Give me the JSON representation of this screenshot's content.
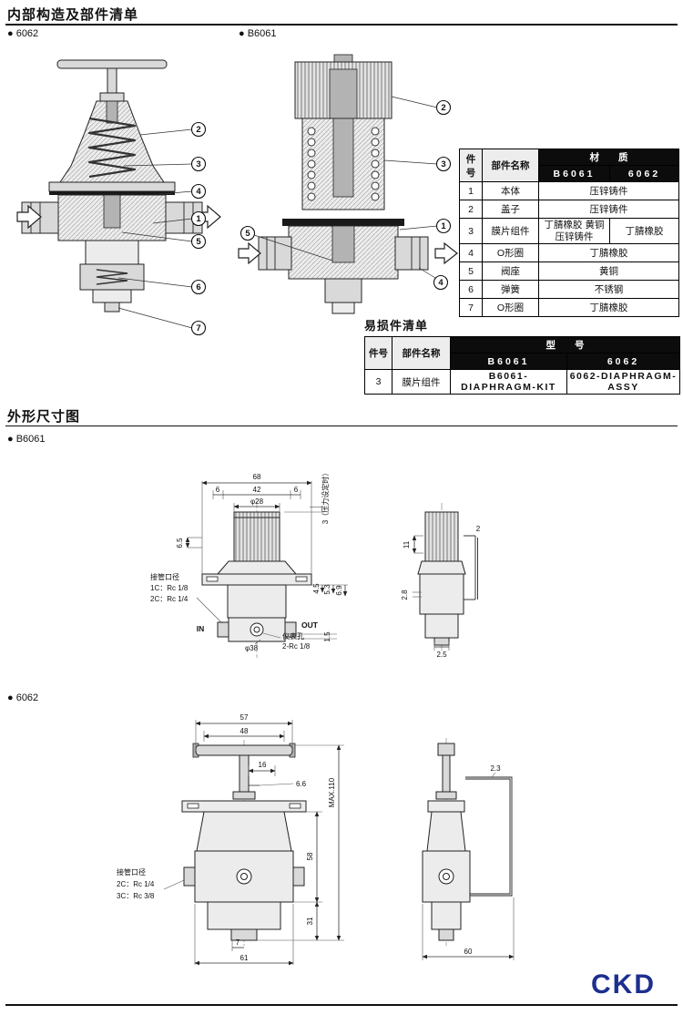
{
  "page": {
    "title1": "内部构造及部件清单",
    "title2": "易损件清单",
    "title3": "外形尺寸图",
    "logo": "CKD",
    "logo_color": "#1c2f8f"
  },
  "labels": {
    "xsec_6062": "● 6062",
    "xsec_b6061": "● B6061",
    "dim_b6061": "● B6061",
    "dim_6062": "● 6062"
  },
  "callouts": {
    "left": [
      "2",
      "3",
      "4",
      "1",
      "5",
      "6",
      "7"
    ],
    "right": [
      "2",
      "3",
      "1",
      "4",
      "5"
    ]
  },
  "parts_table": {
    "col_item": "件号",
    "col_name": "部件名称",
    "col_material": "材　　质",
    "col_b6061": "B6061",
    "col_6062": "6062",
    "rows": [
      {
        "no": "1",
        "name": "本体",
        "mat": "压锌铸件"
      },
      {
        "no": "2",
        "name": "盖子",
        "mat": "压锌铸件"
      },
      {
        "no": "3",
        "name": "膜片组件",
        "mat_b6061": "丁腈橡胶 黄铜\n压锌铸件",
        "mat_6062": "丁腈橡胶"
      },
      {
        "no": "4",
        "name": "O形圈",
        "mat": "丁腈橡胶"
      },
      {
        "no": "5",
        "name": "阀座",
        "mat": "黄铜"
      },
      {
        "no": "6",
        "name": "弹簧",
        "mat": "不锈钢"
      },
      {
        "no": "7",
        "name": "O形圈",
        "mat": "丁腈橡胶"
      }
    ]
  },
  "wear_table": {
    "col_item": "件号",
    "col_name": "部件名称",
    "col_model": "型　　号",
    "col_b6061": "B6061",
    "col_6062": "6062",
    "row": {
      "no": "3",
      "name": "膜片组件",
      "model_b6061": "B6061-DIAPHRAGM-KIT",
      "model_6062": "6062-DIAPHRAGM-ASSY"
    }
  },
  "dims_b6061": {
    "w68": "68",
    "w42": "42",
    "w6l": "6",
    "w6r": "6",
    "dia28": "φ28",
    "h6_5": "6.5",
    "rise": "3（压力设定时）",
    "h4_5": "4.5",
    "h5_3": "5.3",
    "h6_9": "6.9",
    "h1_5": "1.5",
    "note1": "接管口径",
    "note2": "1C：Rc 1/8",
    "note3": "2C：Rc 1/4",
    "in": "IN",
    "out": "OUT",
    "dia38": "φ38",
    "gauge1": "仪表孔",
    "gauge2": "2-Rc 1/8",
    "t2": "2",
    "h11": "11",
    "h2_8": "2.8",
    "w2_5": "2.5"
  },
  "dims_6062": {
    "w57": "57",
    "w48": "48",
    "w16": "16",
    "w6_6": "6.6",
    "hmax": "MAX.110",
    "h58": "58",
    "h31": "31",
    "w7": "7",
    "w61": "61",
    "note1": "接管口径",
    "note2": "2C：Rc 1/4",
    "note3": "3C：Rc 3/8",
    "t2_3": "2.3",
    "d60": "60"
  }
}
